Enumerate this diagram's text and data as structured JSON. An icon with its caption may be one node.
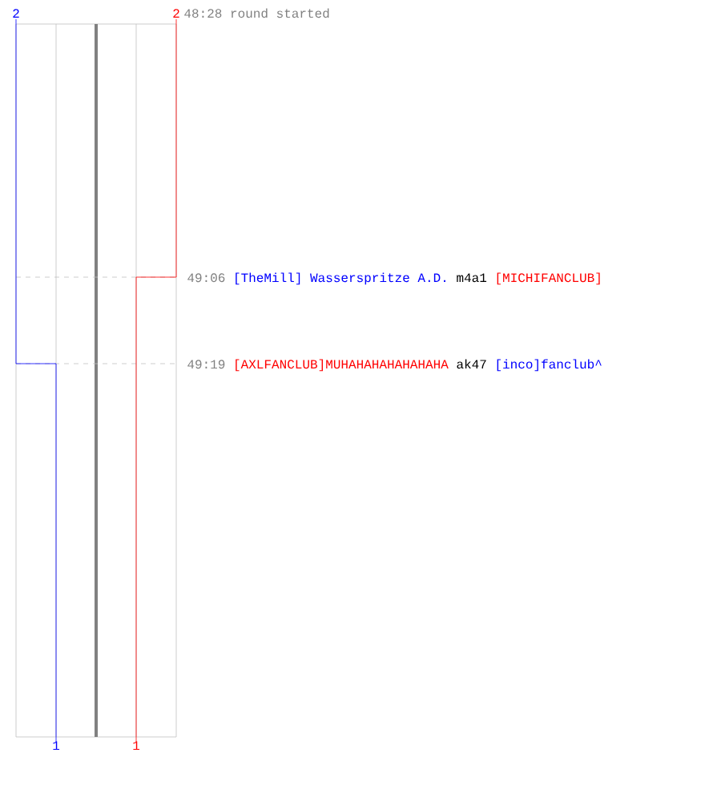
{
  "diagram": {
    "labels": [
      "2",
      "2",
      "48:28 round started",
      "49:06",
      "[TheMill] Wasserspritze A.D.",
      "m4a1",
      "[MICHIFANCLUB]",
      "49:19",
      "[AXLFANCLUB]MUHAHAHAHAHAHAHA",
      "ak47",
      "[inco]fanclub^",
      "1",
      "1"
    ]
  }
}
